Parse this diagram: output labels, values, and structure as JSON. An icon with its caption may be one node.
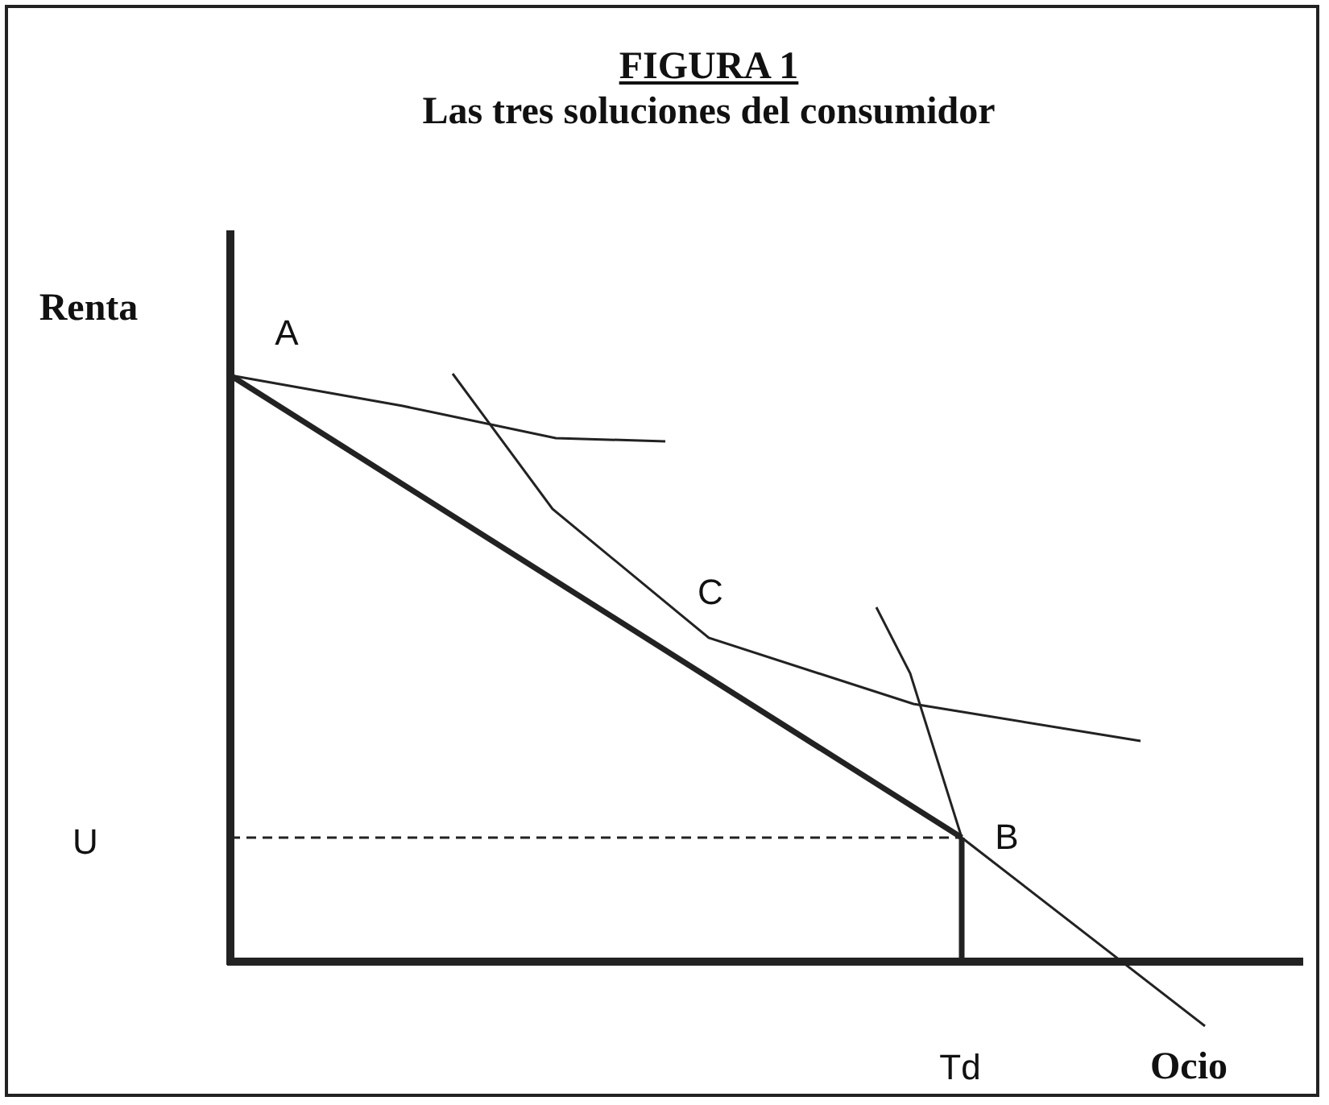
{
  "diagram": {
    "title": "FIGURA 1",
    "labels": [
      "Las tres soluciones del consumidor",
      "Renta",
      "A",
      "C",
      "U",
      "B",
      "Td",
      "Ocio"
    ]
  }
}
